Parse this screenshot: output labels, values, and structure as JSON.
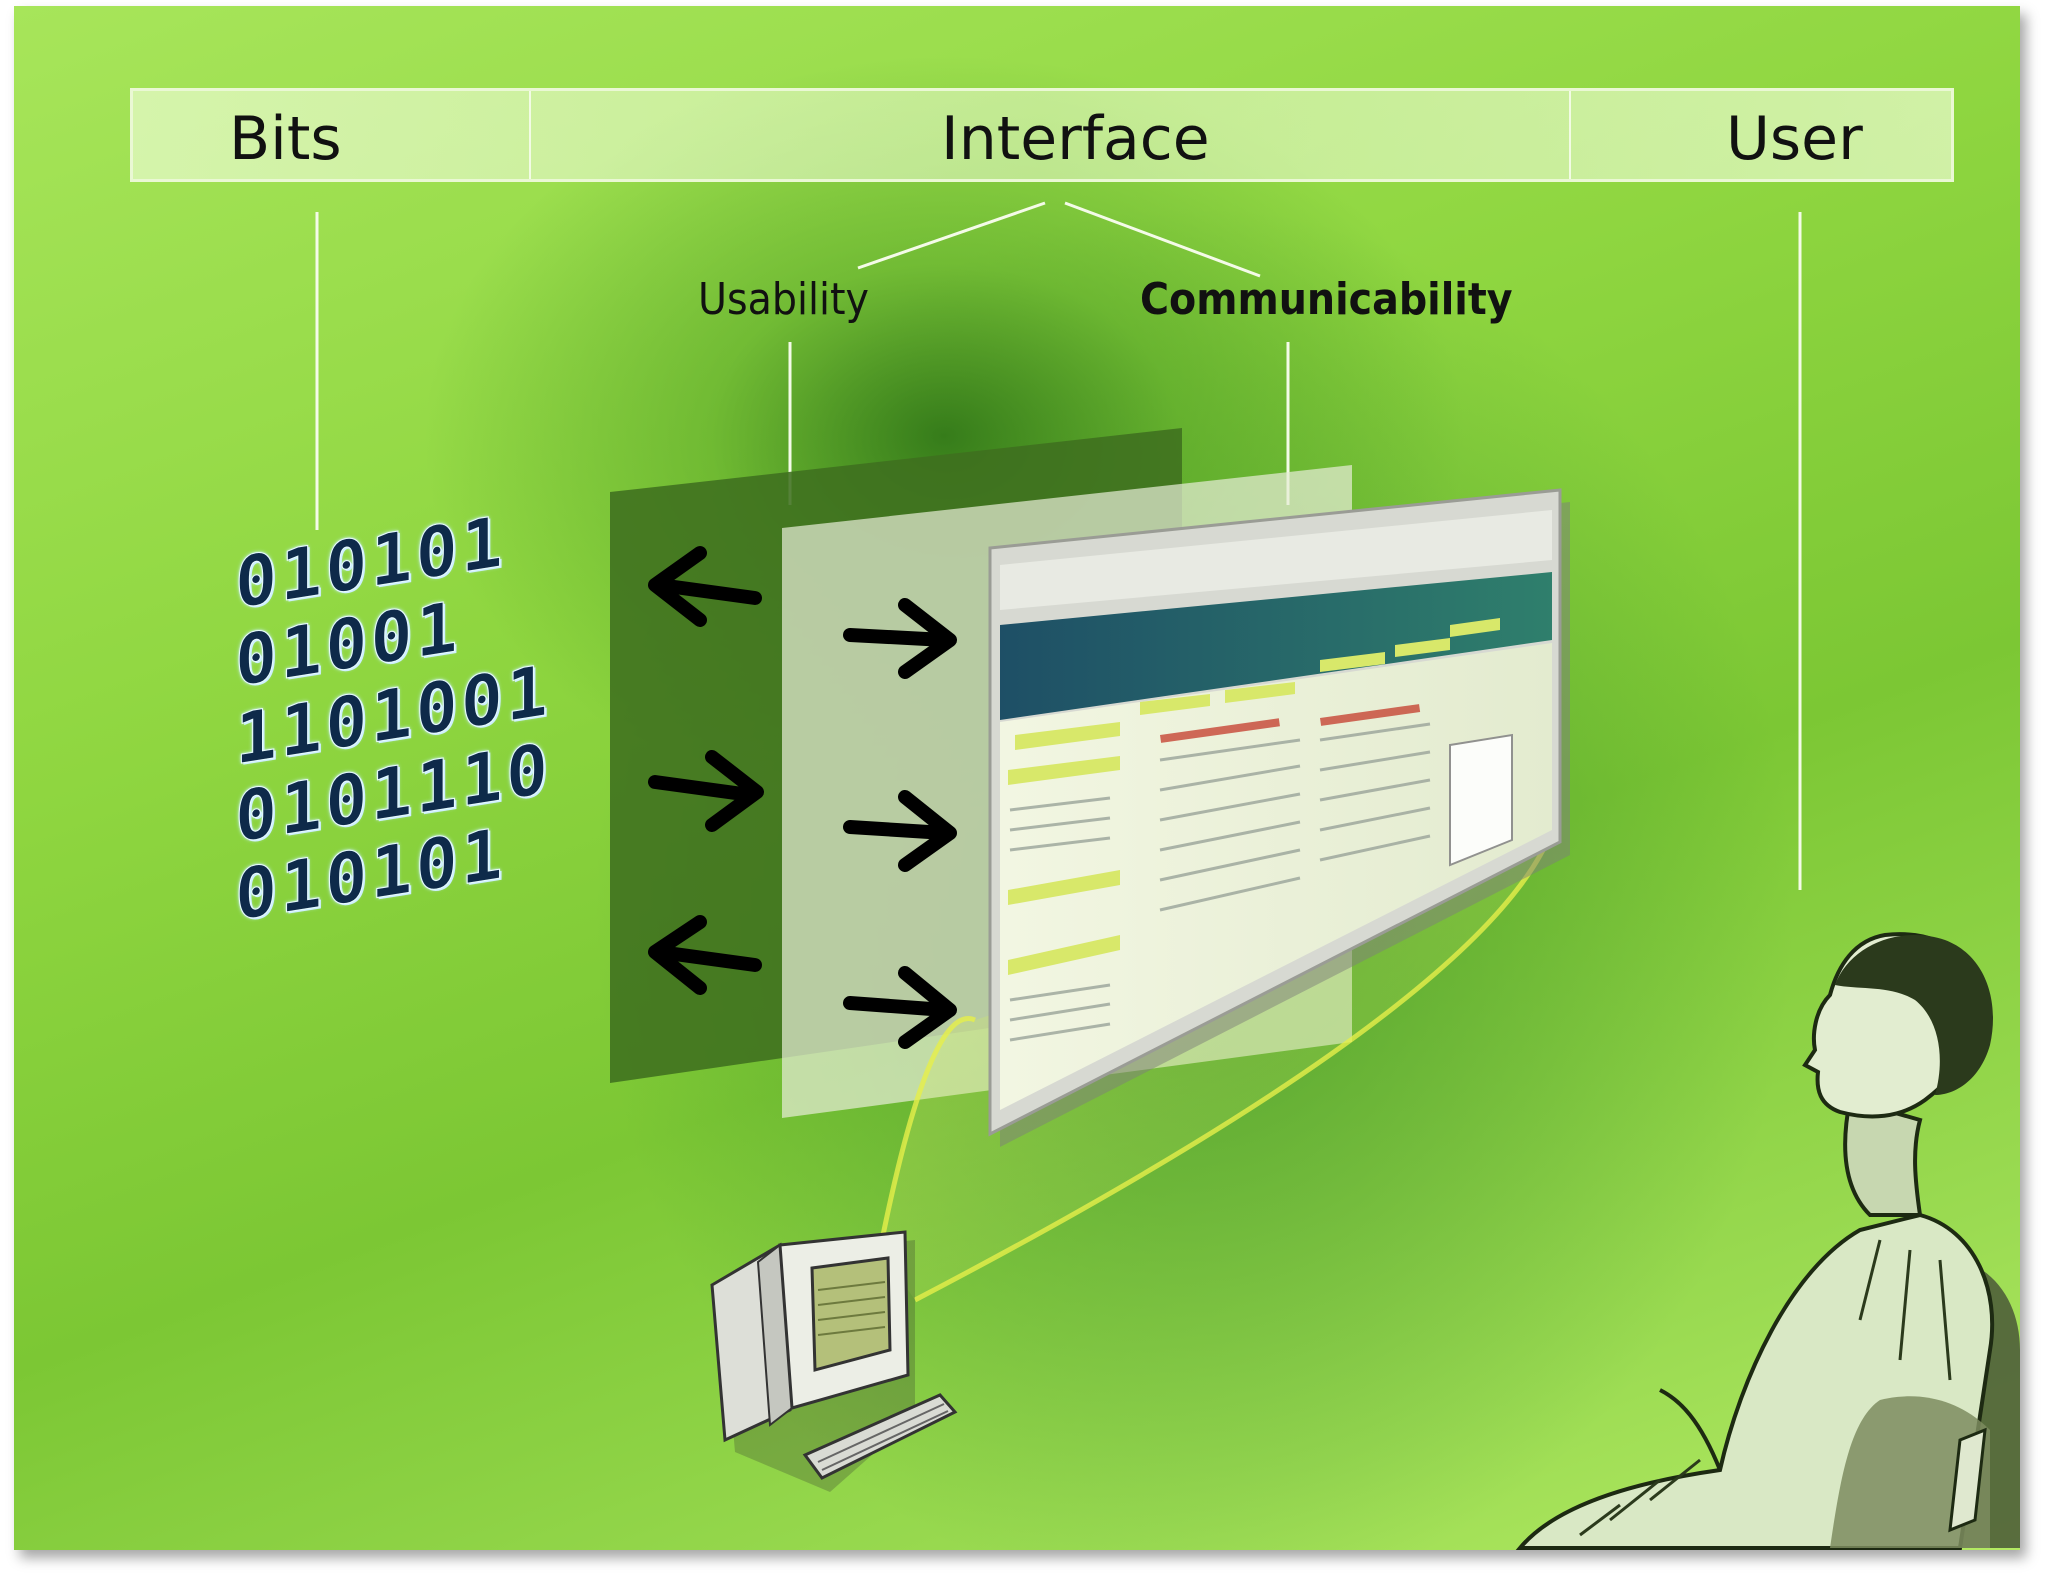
{
  "header": {
    "bits_label": "Bits",
    "interface_label": "Interface",
    "user_label": "User"
  },
  "sub_labels": {
    "usability": "Usability",
    "communicability": "Communicability"
  },
  "binary_lines": [
    "010101",
    "01001",
    "1101001",
    "0101110",
    "010101"
  ],
  "colors": {
    "background": "#8fd640",
    "dark_panel": "#3f6f1f",
    "light_panel": "#e4ecd4",
    "binary_text": "#0e2a4a",
    "arrow": "#000000",
    "projection": "#e6ef4a"
  },
  "icons": {
    "left_arrows": "arrow-left-icon",
    "right_arrows": "arrow-right-icon",
    "computer": "desktop-computer-icon",
    "user": "seated-person-illustration"
  }
}
